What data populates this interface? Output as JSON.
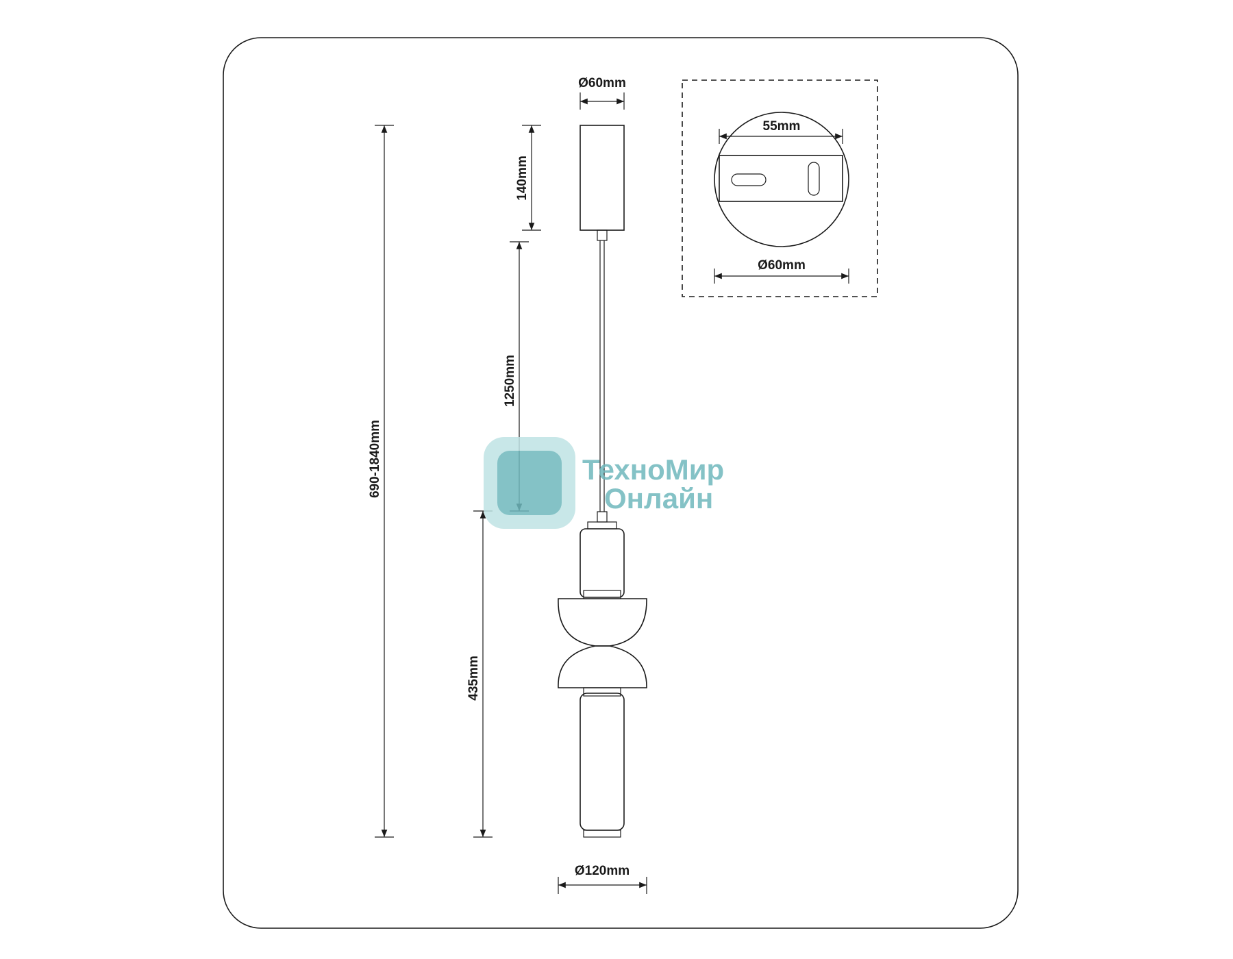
{
  "drawing": {
    "dimensions": {
      "canopy_diameter": "Ø60mm",
      "canopy_height": "140mm",
      "cable_length": "1250mm",
      "total_height": "690-1840mm",
      "lamp_height": "435mm",
      "shade_diameter": "Ø120mm",
      "bracket_width": "55mm",
      "detail_diameter": "Ø60mm"
    }
  },
  "watermark": {
    "line1": "ТехноМир",
    "line2": "Онлайн",
    "color_primary": "#6fb8bd",
    "color_light": "#bfe3e4"
  }
}
